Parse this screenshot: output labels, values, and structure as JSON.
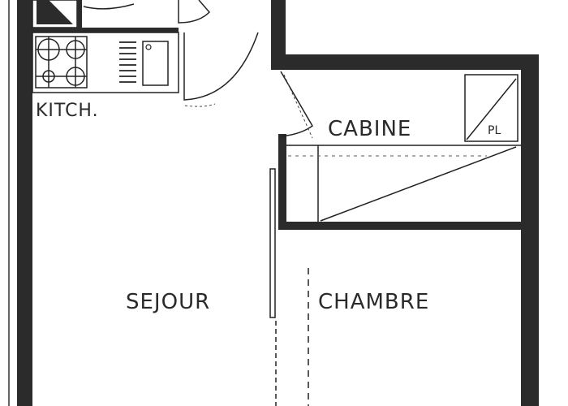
{
  "plan": {
    "type": "apartment floor plan",
    "colors": {
      "wall": "#2b2b2b",
      "line": "#1e1e1e",
      "background": "#ffffff"
    },
    "rooms": [
      {
        "id": "kitchen",
        "label": "KITCH."
      },
      {
        "id": "cabin",
        "label": "CABINE"
      },
      {
        "id": "living",
        "label": "SEJOUR"
      },
      {
        "id": "bedroom",
        "label": "CHAMBRE"
      }
    ],
    "fixtures": [
      {
        "id": "cupboard",
        "label": "PL"
      },
      {
        "id": "stove",
        "label": "4-burner hob"
      },
      {
        "id": "sink",
        "label": "sink"
      }
    ]
  }
}
